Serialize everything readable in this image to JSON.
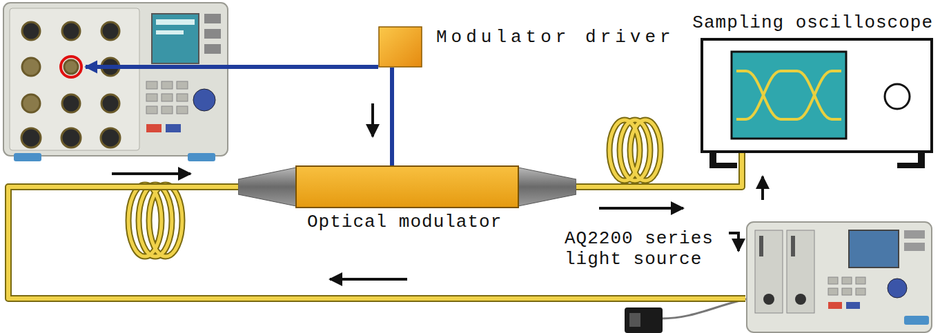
{
  "diagram": {
    "nodes": [
      {
        "text": [
          "Sampling oscilloscope"
        ]
      },
      {
        "text": [
          "Modulator driver"
        ]
      },
      {
        "text": [
          "Optical modulator"
        ]
      },
      {
        "text": [
          "AQ2200 series light source"
        ]
      }
    ],
    "edges": [
      {
        "from": 1,
        "to": 2,
        "arrow": "none"
      },
      {
        "from": 3,
        "to": 2,
        "arrow": "none"
      },
      {
        "from": 2,
        "to": 0,
        "arrow": "none"
      }
    ]
  }
}
